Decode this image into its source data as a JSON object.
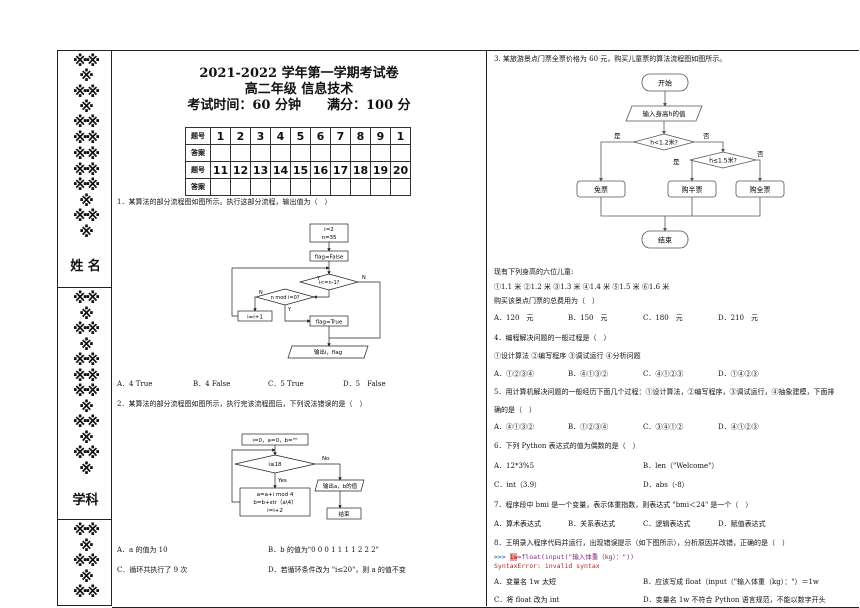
{
  "side": {
    "name_label": "姓 名",
    "subject_label": "学科",
    "mark": "※※"
  },
  "header": {
    "title": "2021-2022 学年第一学期考试卷",
    "subtitle": "高二年级 信息技术",
    "exam_info": "考试时间：60 分钟　　满分：100 分"
  },
  "answer_table": {
    "row_label_num": "题号",
    "row_label_ans": "答案",
    "nums_row1": [
      "1",
      "2",
      "3",
      "4",
      "5",
      "6",
      "7",
      "8",
      "9",
      "1"
    ],
    "nums_row2": [
      "11",
      "12",
      "13",
      "14",
      "15",
      "16",
      "17",
      "18",
      "19",
      "20"
    ]
  },
  "q1": {
    "text": "1．某算法的部分流程图如图所示。执行这部分流程，输出值为（　）",
    "flow": {
      "init": [
        "i=2",
        "n=35"
      ],
      "flag_false": "flag=False",
      "cond1": "i<=n-1?",
      "cond2": "n mod i=0?",
      "inc": "i=i+1",
      "flag_true": "flag=True",
      "output": "输出i，flag",
      "y": "Y",
      "n": "N"
    },
    "options": [
      "A．4 True",
      "B．4 False",
      "C．5 True",
      "D．5　False"
    ]
  },
  "q2": {
    "text": "2．某算法的部分流程图如图所示，执行完该流程图后，下列说法错误的是（　）",
    "flow": {
      "init": "i=0，a=0，b=\"\"",
      "cond": "i≤18",
      "no": "No",
      "yes": "Yes",
      "body": [
        "a=a+i mod 4",
        "b=b+str（a\\4）",
        "i=i+2"
      ],
      "output": "输出a，b的值",
      "end": "结束"
    },
    "options": [
      "A．a 的值为 10",
      "B．b 的值为\"0 0 0 1 1 1 1 2 2 2\"",
      "C．循环共执行了 9 次",
      "D．若循环条件改为 \"i≤20\"，则 a 的值不变"
    ]
  },
  "q3": {
    "text": "3. 某旅游景点门票全票价格为  60  元，购买儿童票的算法流程图如图所示。",
    "flow": {
      "start": "开始",
      "input": "输入身高h的值",
      "cond1": "h<1.2米?",
      "cond2": "h≤1.5米?",
      "yes": "是",
      "no": "否",
      "free": "免票",
      "half": "购半票",
      "full": "购全票",
      "end": "结束"
    },
    "intro": "现有下列身高的六位儿童:",
    "heights": "①1.1 米 ②1.2 米 ③1.3 米 ④1.4 米 ⑤1.5 米 ⑥1.6 米",
    "ask": "购买该景点门票的总费用为（　）",
    "options": [
      "A．120　元",
      "B．150　元",
      "C．180　元",
      "D．210　元"
    ]
  },
  "q4": {
    "text": "4．编程解决问题的一般过程是（　）",
    "steps": "①设计算法 ②编写程序 ③调试运行 ④分析问题",
    "options": [
      "A．①②③④",
      "B．④①③②",
      "C．④①②③",
      "D．①④②③"
    ]
  },
  "q5": {
    "text": "5．用计算机解决问题的一般经历下面几个过程：①设计算法，②编写程序，③调试运行，④抽象建模，下面排",
    "text2": "确的是（　）",
    "options": [
      "A．④①③②",
      "B．①②③④",
      "C．③④①②",
      "D．④①②③"
    ]
  },
  "q6": {
    "text": "6．下列  Python  表达式的值为偶数的是（　）",
    "options": [
      "A．12*3%5",
      "B．len（\"Welcome\"）",
      "C．int（3.9）",
      "D．abs（-8）"
    ]
  },
  "q7": {
    "text": "7．程序段中 bmi 是一个变量，表示体重指数，则表达式 \"bmi＜24\" 是一个（　）",
    "options": [
      "A．算术表达式",
      "B．关系表达式",
      "C．逻辑表达式",
      "D．赋值表达式"
    ]
  },
  "q8": {
    "text": "8．王明录入程序代码并运行，出现错误提示（如下图所示），分析原因并改错，正确的是（　）",
    "code_prompt": ">>> ",
    "code_var": "1w",
    "code_rest": "=float(input(\"输入体重（kg）：\"))",
    "code_error": "SyntaxError:  invalid syntax",
    "options": [
      "A．变量名 1w 太短",
      "B．应该写成 float（input（\"输入体重（kg）：\"）＝1w",
      "C．将 float 改为 int",
      "D．变量名 1w 不符合  Python 语言规范，不能以数字开头"
    ]
  }
}
